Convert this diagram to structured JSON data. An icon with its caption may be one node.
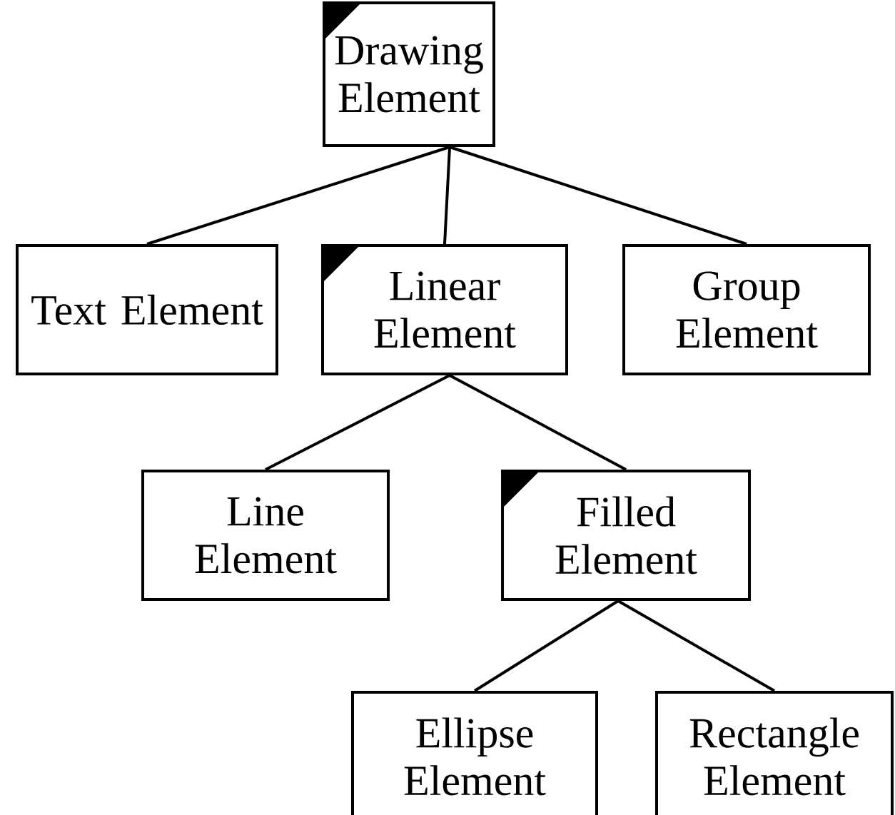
{
  "diagram": {
    "nodes": [
      {
        "text": [
          "Drawing Element"
        ]
      },
      {
        "text": [
          "Text Element"
        ]
      },
      {
        "text": [
          "Linear Element"
        ]
      },
      {
        "text": [
          "Group Element"
        ]
      },
      {
        "text": [
          "Line Element"
        ]
      },
      {
        "text": [
          "Filled Element"
        ]
      },
      {
        "text": [
          "Ellipse Element"
        ]
      },
      {
        "text": [
          "Rectangle Element"
        ]
      }
    ],
    "edges": [
      {
        "from": 0,
        "to": 1,
        "arrow": "none"
      },
      {
        "from": 0,
        "to": 2,
        "arrow": "none"
      },
      {
        "from": 0,
        "to": 3,
        "arrow": "none"
      },
      {
        "from": 2,
        "to": 4,
        "arrow": "none"
      },
      {
        "from": 2,
        "to": 5,
        "arrow": "none"
      },
      {
        "from": 5,
        "to": 6,
        "arrow": "none"
      },
      {
        "from": 5,
        "to": 7,
        "arrow": "none"
      }
    ]
  }
}
